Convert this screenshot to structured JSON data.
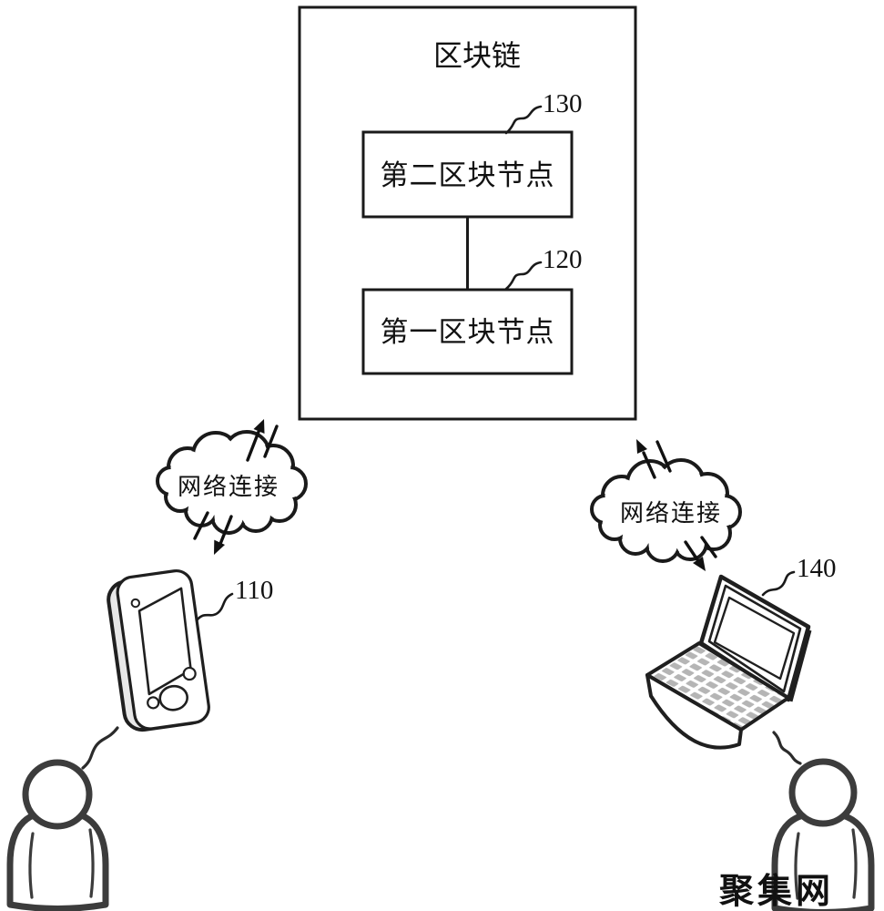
{
  "figure": {
    "blockchain_box": {
      "title": "区块链"
    },
    "node_boxes": [
      {
        "label": "第二区块节点",
        "ref": "130"
      },
      {
        "label": "第一区块节点",
        "ref": "120"
      }
    ],
    "network_clouds": [
      {
        "label": "网络连接"
      },
      {
        "label": "网络连接"
      }
    ],
    "devices": [
      {
        "type": "mobile-phone",
        "ref": "110"
      },
      {
        "type": "laptop",
        "ref": "140"
      }
    ],
    "watermark": "聚集网"
  },
  "colors": {
    "line": "#1a1a1a",
    "person": "#3c3c3c",
    "device_side": "#e8e8e8",
    "key_fill": "#b5b5b5",
    "watermark": "#2cb795"
  }
}
